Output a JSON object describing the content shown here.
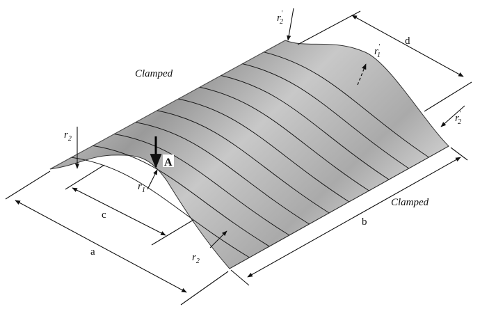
{
  "labels": {
    "clamped_top": "Clamped",
    "clamped_bottom": "Clamped",
    "a": "a",
    "b": "b",
    "c": "c",
    "d": "d",
    "A": "A",
    "r1": "r",
    "r1_sub": "1",
    "r1p": "r",
    "r1p_sub": "1",
    "r1p_mark": "′",
    "r2_left": "r",
    "r2_left_sub": "2",
    "r2_bottom": "r",
    "r2_bottom_sub": "2",
    "r2p_top": "r",
    "r2p_top_sub": "2",
    "r2p_top_mark": "′",
    "r2p_right": "r",
    "r2p_right_sub": "2",
    "r2p_right_mark": "′"
  },
  "colors": {
    "surface_light": "#e6e6e6",
    "surface_dark": "#8c8c8c",
    "line": "#1a1a1a"
  }
}
